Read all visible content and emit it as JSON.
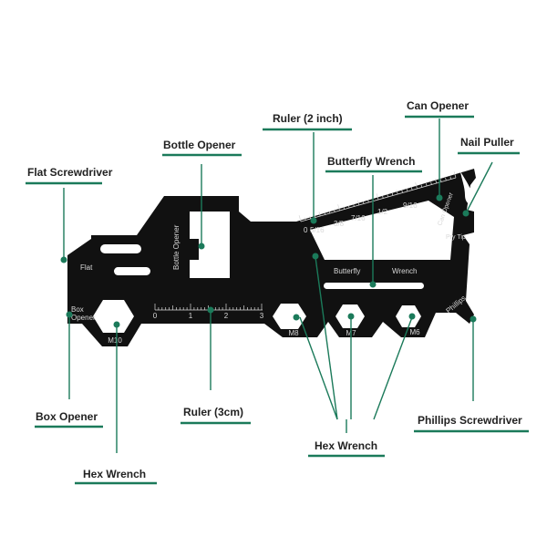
{
  "colors": {
    "accent": "#1b7a5a",
    "tool": "#111111",
    "etch": "#d8d8d8",
    "text": "#222222"
  },
  "callouts": {
    "flat_screwdriver": "Flat Screwdriver",
    "bottle_opener": "Bottle Opener",
    "ruler_2inch": "Ruler (2 inch)",
    "can_opener": "Can Opener",
    "nail_puller": "Nail Puller",
    "butterfly_wrench": "Butterfly Wrench",
    "box_opener": "Box Opener",
    "ruler_3cm": "Ruler (3cm)",
    "hex_wrench_left": "Hex Wrench",
    "hex_wrench_center": "Hex Wrench",
    "phillips_screwdriver": "Phillips Screwdriver"
  },
  "etched": {
    "flat": "Flat",
    "bottle_opener": "Bottle Opener",
    "box": "Box",
    "opener": "Opener",
    "m10": "M10",
    "m8": "M8",
    "m7": "M7",
    "m6": "M6",
    "butterfly": "Butterfly",
    "wrench": "Wrench",
    "phillips": "Phillips",
    "can_opener": "Can Opener",
    "pry_tip": "Pry Tip",
    "cm_ticks": [
      "0",
      "1",
      "2",
      "3"
    ],
    "inch_marks": [
      "0",
      "5/16",
      "3/8",
      "7/16",
      "1/2",
      "9/16"
    ]
  }
}
